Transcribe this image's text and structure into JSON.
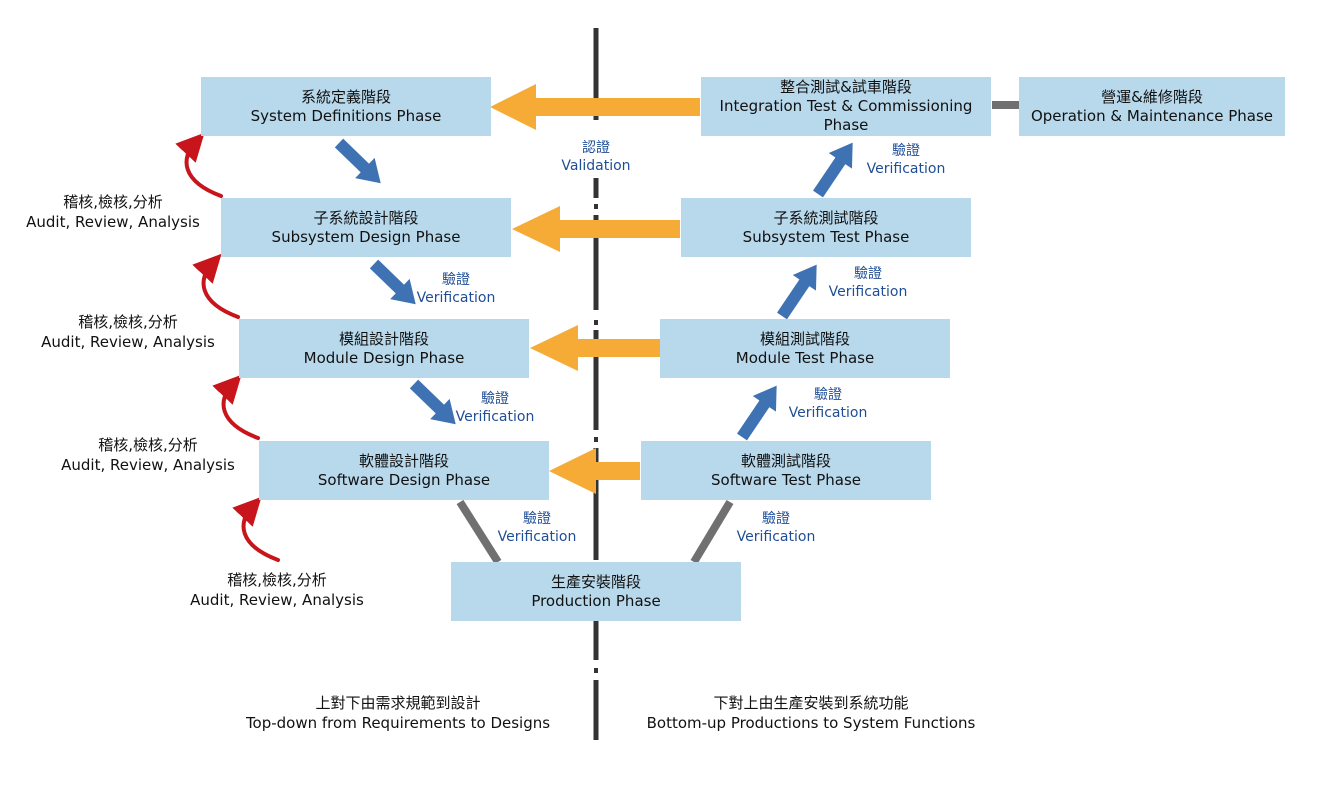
{
  "phases": {
    "system_definitions": {
      "zh": "系統定義階段",
      "en": "System Definitions Phase"
    },
    "subsystem_design": {
      "zh": "子系統設計階段",
      "en": "Subsystem Design Phase"
    },
    "module_design": {
      "zh": "模組設計階段",
      "en": "Module Design Phase"
    },
    "software_design": {
      "zh": "軟體設計階段",
      "en": "Software Design Phase"
    },
    "production": {
      "zh": "生產安裝階段",
      "en": "Production Phase"
    },
    "software_test": {
      "zh": "軟體測試階段",
      "en": "Software Test Phase"
    },
    "module_test": {
      "zh": "模組測試階段",
      "en": "Module Test Phase"
    },
    "subsystem_test": {
      "zh": "子系統測試階段",
      "en": "Subsystem Test Phase"
    },
    "integration_test": {
      "zh": "整合測試&試車階段",
      "en": "Integration Test & Commissioning Phase"
    },
    "operation": {
      "zh": "營運&維修階段",
      "en": "Operation & Maintenance Phase"
    }
  },
  "validation": {
    "zh": "認證",
    "en": "Validation"
  },
  "verification": {
    "zh": "驗證",
    "en": "Verification"
  },
  "audit": {
    "zh": "稽核,檢核,分析",
    "en": "Audit, Review, Analysis"
  },
  "footer": {
    "left": {
      "zh": "上對下由需求規範到設計",
      "en": "Top-down from Requirements to Designs"
    },
    "right": {
      "zh": "下對上由生產安裝到系統功能",
      "en": "Bottom-up Productions to System Functions"
    }
  },
  "colors": {
    "box": "#b8d8ec",
    "orange_arrow": "#f5ab35",
    "blue_arrow": "#3f72b2",
    "red_arrow": "#c8151b",
    "connector": "#707070",
    "label_blue": "#1f4e96"
  }
}
